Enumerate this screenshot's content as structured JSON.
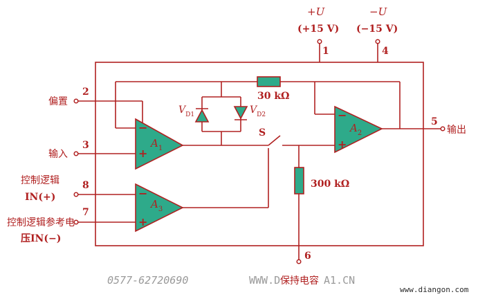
{
  "colors": {
    "wire": "#b02020",
    "component_fill": "#2eaa8a",
    "watermark": "#9a9a9a",
    "site_text": "#2a2a2a"
  },
  "supply": {
    "pos_symbol": "+U",
    "pos_value": "(+15 V)",
    "pos_pin": "1",
    "neg_symbol": "−U",
    "neg_value": "(−15 V)",
    "neg_pin": "4"
  },
  "pins": {
    "bias_label": "偏置",
    "bias_pin": "2",
    "input_label": "输入",
    "input_pin": "3",
    "ctrl_pos_label_line1": "控制逻辑",
    "ctrl_pos_label_line2": "IN(+)",
    "ctrl_pos_pin": "8",
    "ctrl_ref_label_line1": "控制逻辑参考电",
    "ctrl_ref_label_line2": "压IN(−)",
    "ctrl_ref_pin": "7",
    "output_label": "输出",
    "output_pin": "5",
    "hold_cap_label": "保持电容",
    "hold_cap_pin": "6"
  },
  "components": {
    "amp1_letter": "A",
    "amp1_sub": "1",
    "amp2_letter": "A",
    "amp2_sub": "2",
    "amp3_letter": "A",
    "amp3_sub": "3",
    "diode1_letter": "V",
    "diode1_sub": "D1",
    "diode2_letter": "V",
    "diode2_sub": "D2",
    "feedback_resistor": "30 kΩ",
    "output_resistor": "300 kΩ",
    "switch_label": "S",
    "minus_sign": "−",
    "plus_sign": "+"
  },
  "watermark": {
    "phone": "0577-62720690",
    "site_fragment": "WWW.D",
    "site_tail": "A1.CN",
    "site_footer": "www.diangon.com"
  }
}
